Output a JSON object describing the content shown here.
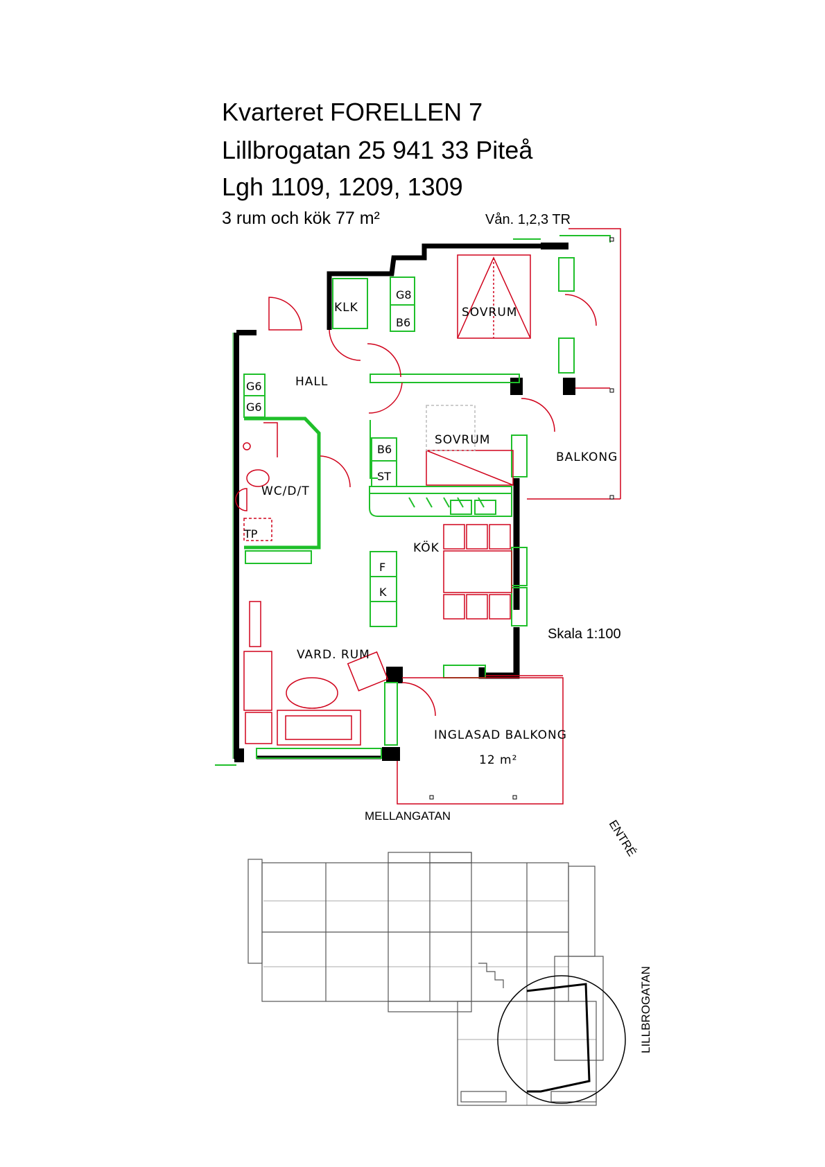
{
  "header": {
    "block": "Kvarteret FORELLEN 7",
    "address": "Lillbrogatan 25  941 33 Piteå",
    "apartments": "Lgh 1109, 1209, 1309",
    "size": "3 rum och kök 77 m²",
    "floors": "Vån. 1,2,3 TR"
  },
  "scale": "Skala 1:100",
  "rooms": {
    "klk": "KLK",
    "sovrum_1": "SOVRUM",
    "hall": "HALL",
    "sovrum_2": "SOVRUM",
    "balkong": "BALKONG",
    "wc": "WC/D/T",
    "kok": "KÖK",
    "vardrum": "VARD. RUM",
    "inglasad": "INGLASAD BALKONG",
    "inglasad_area": "12 m²"
  },
  "fixtures": {
    "g8": "G8",
    "b6_klk": "B6",
    "g6_a": "G6",
    "g6_b": "G6",
    "b6_sov": "B6",
    "st": "ST",
    "tp": "TP",
    "f": "F",
    "k": "K"
  },
  "streets": {
    "mellangatan": "MELLANGATAN",
    "entre": "ENTRÉ",
    "lillbrogatan": "LILLBROGATAN"
  },
  "colors": {
    "wall": "#000000",
    "furniture": "#d0021b",
    "fixture": "#1fbf2a"
  }
}
